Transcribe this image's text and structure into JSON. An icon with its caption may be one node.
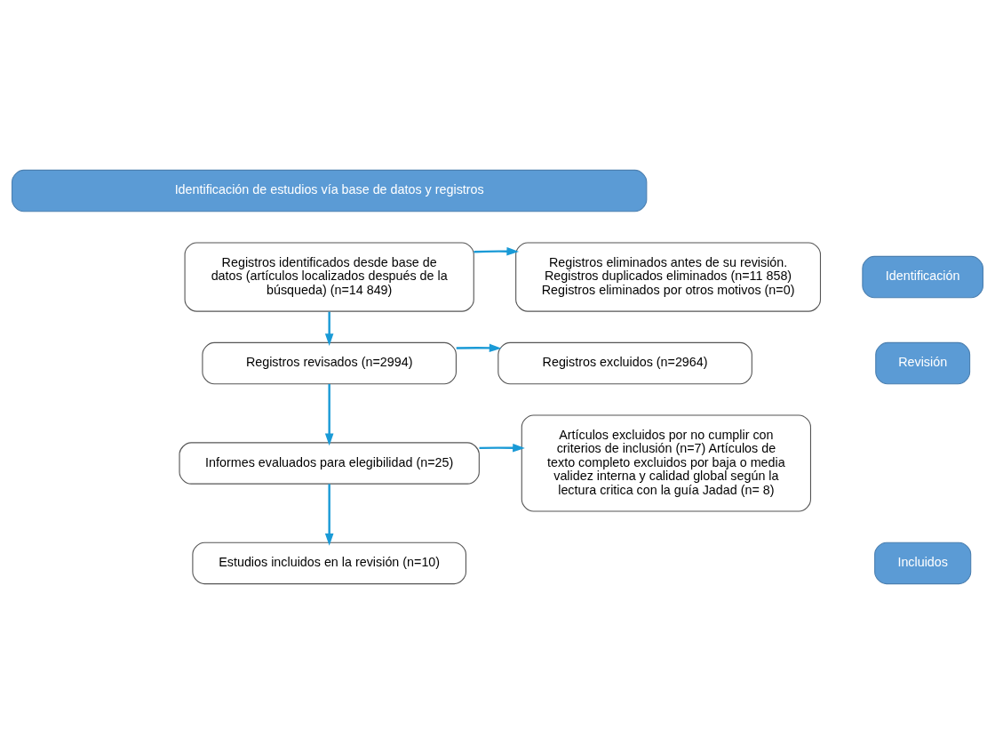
{
  "diagram": {
    "nodes": [
      {
        "text": [
          "Identificación de estudios vía base de datos y registros"
        ]
      },
      {
        "text": [
          "Identificación"
        ]
      },
      {
        "text": [
          "Registros identificados desde base de datos (artículos localizados después de la búsqueda) (n=14 849)"
        ]
      },
      {
        "text": [
          "Registros eliminados antes de su revisión. Registros duplicados eliminados (n=11 858) Registros eliminados por otros motivos (n=0)"
        ]
      },
      {
        "text": [
          "Revisión"
        ]
      },
      {
        "text": [
          "Registros revisados (n=2994)"
        ]
      },
      {
        "text": [
          "Registros excluidos (n=2964)"
        ]
      },
      {
        "text": [
          "Informes evaluados para elegibilidad (n=25)"
        ]
      },
      {
        "text": [
          "Artículos excluidos por no cumplir con criterios de inclusión (n=7) Artículos de texto completo excluidos por baja o media validez interna y calidad global según la lectura critica con la guía Jadad (n= 8)"
        ]
      },
      {
        "text": [
          "Incluidos"
        ]
      },
      {
        "text": [
          "Estudios incluidos en la revisión (n=10)"
        ]
      }
    ],
    "edges": [
      {
        "from": 2,
        "to": 3,
        "arrow": "to"
      },
      {
        "from": 2,
        "to": 5,
        "arrow": "to"
      },
      {
        "from": 5,
        "to": 6,
        "arrow": "to"
      },
      {
        "from": 5,
        "to": 7,
        "arrow": "to"
      },
      {
        "from": 7,
        "to": 8,
        "arrow": "to"
      },
      {
        "from": 7,
        "to": 10,
        "arrow": "to"
      }
    ]
  }
}
